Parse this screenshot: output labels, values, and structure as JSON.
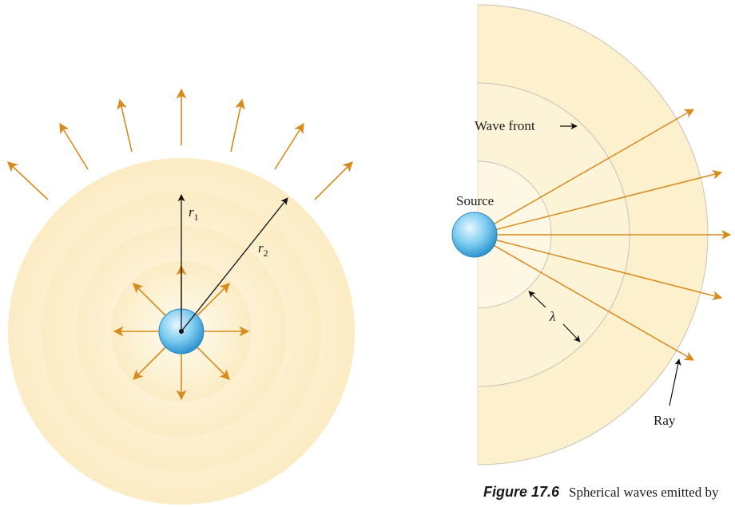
{
  "left_diagram": {
    "radius_labels": [
      {
        "symbol": "r",
        "subscript": "1"
      },
      {
        "symbol": "r",
        "subscript": "2"
      }
    ]
  },
  "right_diagram": {
    "labels": {
      "wave_front": "Wave front",
      "source": "Source",
      "wavelength": "λ",
      "ray": "Ray"
    }
  },
  "caption": {
    "figure_number": "Figure 17.6",
    "text": "Spherical waves emitted by"
  },
  "colors": {
    "wave_fill": "#fdf0cc",
    "wave_edge": "#fffbf0",
    "arrow": "#d98a1c",
    "source_sphere": "#6fc0ea",
    "outline": "#c8c2b6"
  }
}
